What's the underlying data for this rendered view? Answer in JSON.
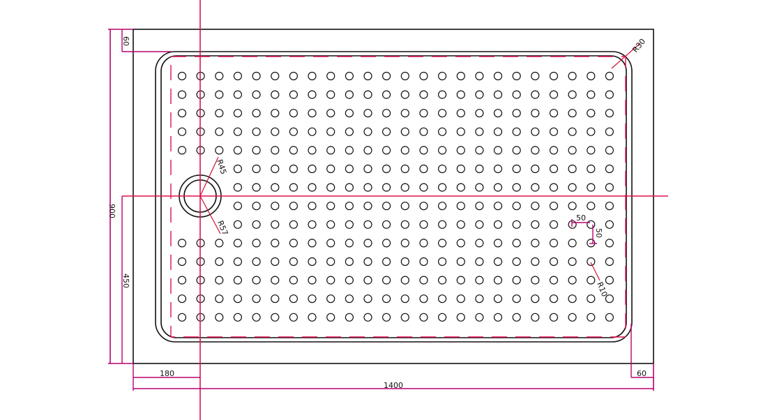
{
  "colors": {
    "outline": "#111111",
    "centerline": "#e0114f",
    "dimension": "#b8006e",
    "leader": "#cc1133",
    "background": "#ffffff"
  },
  "dimensions": {
    "width_total": "1400",
    "height_total": "900",
    "drain_offset_x": "180",
    "drain_offset_y": "450",
    "rim_top": "60",
    "rim_right": "60",
    "hole_pitch_x": "50",
    "hole_pitch_y": "50"
  },
  "radii": {
    "drain_inner": "R45",
    "drain_outer": "R57",
    "corner": "R30",
    "hole": "R10"
  },
  "hole_grid": {
    "columns": 24,
    "rows": 14,
    "omitted_region": "rows 6-9, columns 1-3 (around drain)"
  }
}
